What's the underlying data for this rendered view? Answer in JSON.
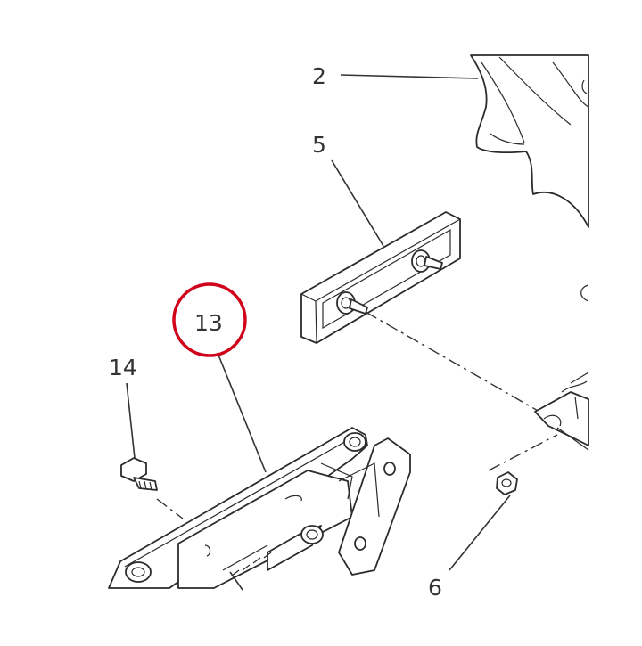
{
  "callouts": {
    "c2": "2",
    "c5": "5",
    "c13": "13",
    "c14": "14",
    "c6": "6"
  },
  "highlight": {
    "label": "13",
    "color": "#d0021b"
  },
  "colors": {
    "line": "#333333",
    "background": "#ffffff"
  }
}
